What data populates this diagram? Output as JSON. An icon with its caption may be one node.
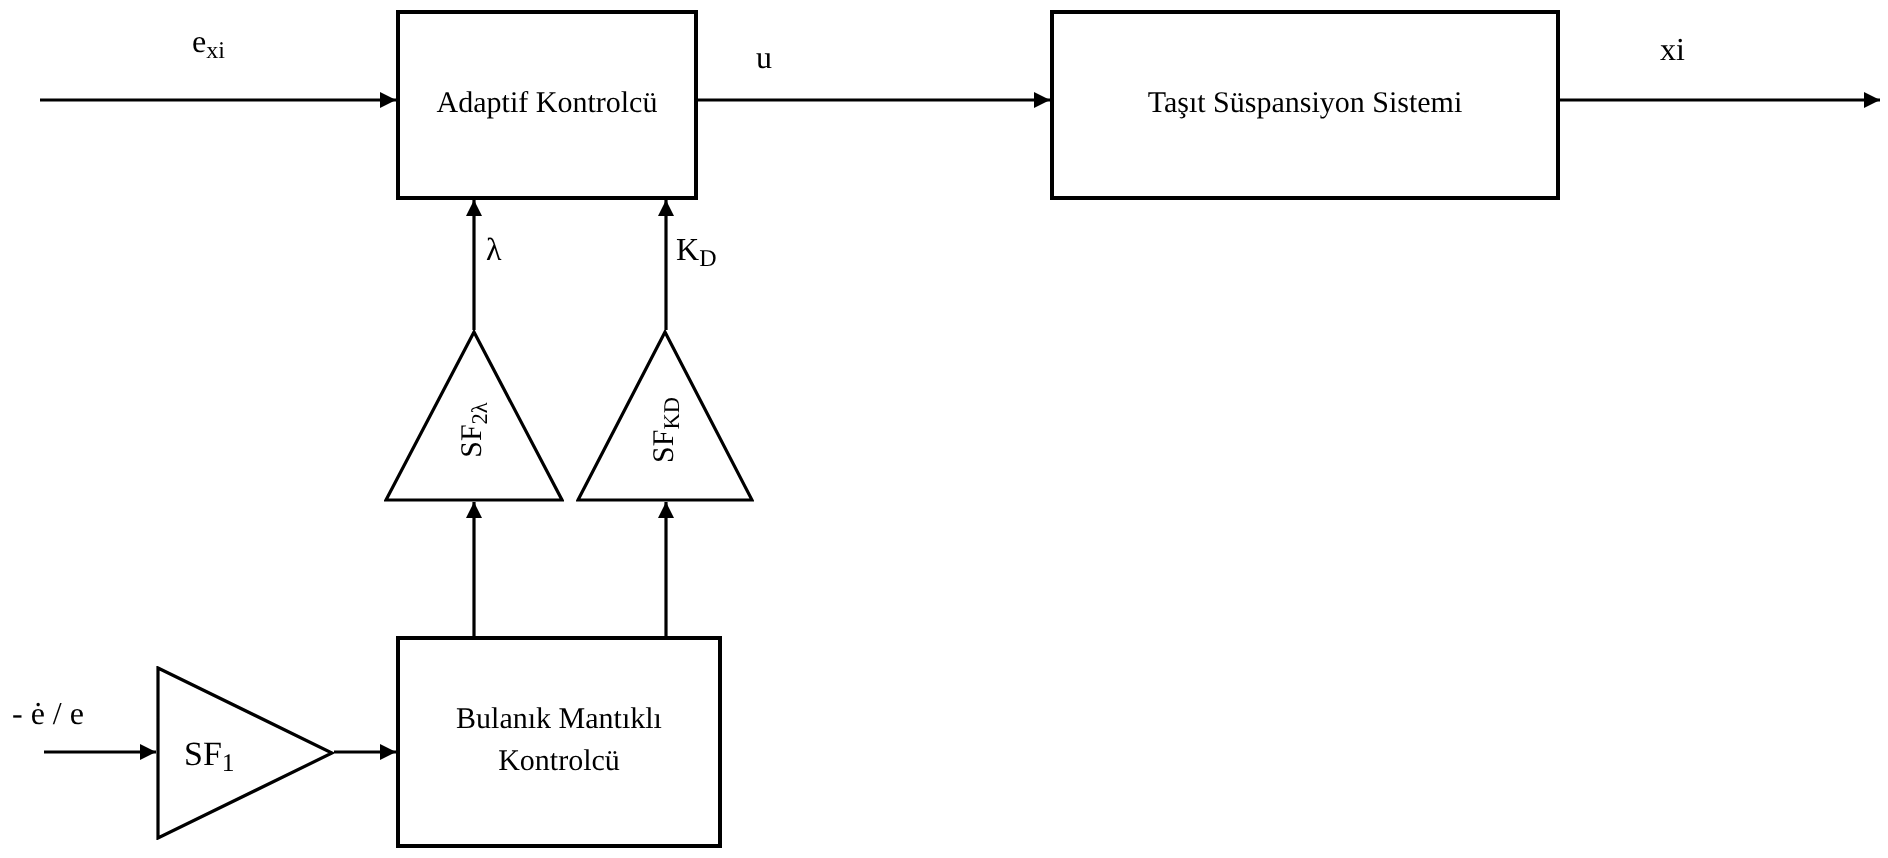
{
  "diagram": {
    "nodes": [
      {
        "text": [
          "Adaptif Kontrolcü"
        ]
      },
      {
        "text": [
          "Taşıt Süspansiyon Sistemi"
        ]
      },
      {
        "text": [
          "SF$_{2λ}$"
        ]
      },
      {
        "text": [
          "SF$_{KD}$"
        ]
      },
      {
        "text": [
          "Bulanık Mantıklı Kontrolcü"
        ]
      },
      {
        "text": [
          "SF$_{1}$"
        ]
      }
    ],
    "edges": [
      {
        "from": null,
        "to": 0,
        "arrow": "to",
        "label": "e$_{xi}$"
      },
      {
        "from": 0,
        "to": 1,
        "arrow": "to",
        "label": "u"
      },
      {
        "from": 1,
        "to": null,
        "arrow": "to",
        "label": "xi"
      },
      {
        "from": 2,
        "to": 0,
        "arrow": "to",
        "label": "λ"
      },
      {
        "from": 3,
        "to": 0,
        "arrow": "to",
        "label": "K$_{D}$"
      },
      {
        "from": 4,
        "to": 2,
        "arrow": "to"
      },
      {
        "from": 4,
        "to": 3,
        "arrow": "to"
      },
      {
        "from": null,
        "to": 5,
        "arrow": "to",
        "label": "- ė / e"
      },
      {
        "from": 5,
        "to": 4,
        "arrow": "to"
      }
    ]
  }
}
